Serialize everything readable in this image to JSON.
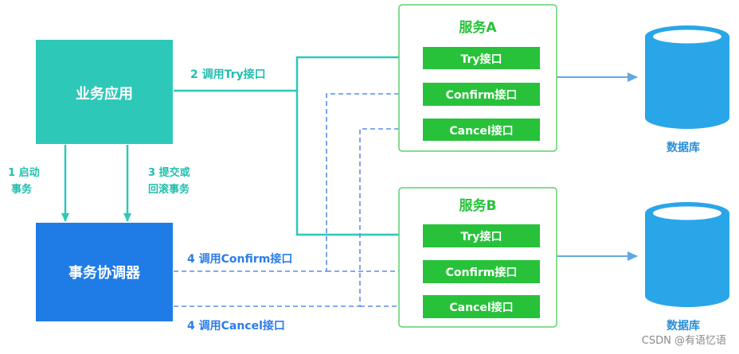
{
  "nodes": {
    "business_app": "业务应用",
    "coordinator": "事务协调器",
    "service_a": "服务A",
    "service_b": "服务B",
    "db_a": "数据库",
    "db_b": "数据库"
  },
  "service_a_methods": [
    "Try接口",
    "Confirm接口",
    "Cancel接口"
  ],
  "service_b_methods": [
    "Try接口",
    "Confirm接口",
    "Cancel接口"
  ],
  "edge_labels": {
    "start_line1": "1 启动",
    "start_line2": "事务",
    "commit_line1": "3 提交或",
    "commit_line2": "回滚事务",
    "call_try": "2 调用Try接口",
    "call_confirm": "4 调用Confirm接口",
    "call_cancel": "4 调用Cancel接口"
  },
  "watermark": "CSDN @有语忆语",
  "colors": {
    "business_app": "#2ec8b8",
    "coordinator": "#1f7ce6",
    "service_border": "#5fd16c",
    "method_fill": "#27c23a",
    "teal_line": "#2ec8b8",
    "blue_dashed": "#5a90e6",
    "db_fill": "#29a6e8",
    "db_top": "#ffffff",
    "arrow_db": "#62a8e2",
    "label_teal": "#1fbfae",
    "label_blue": "#2b7de9",
    "db_label": "#2a8fd9"
  }
}
